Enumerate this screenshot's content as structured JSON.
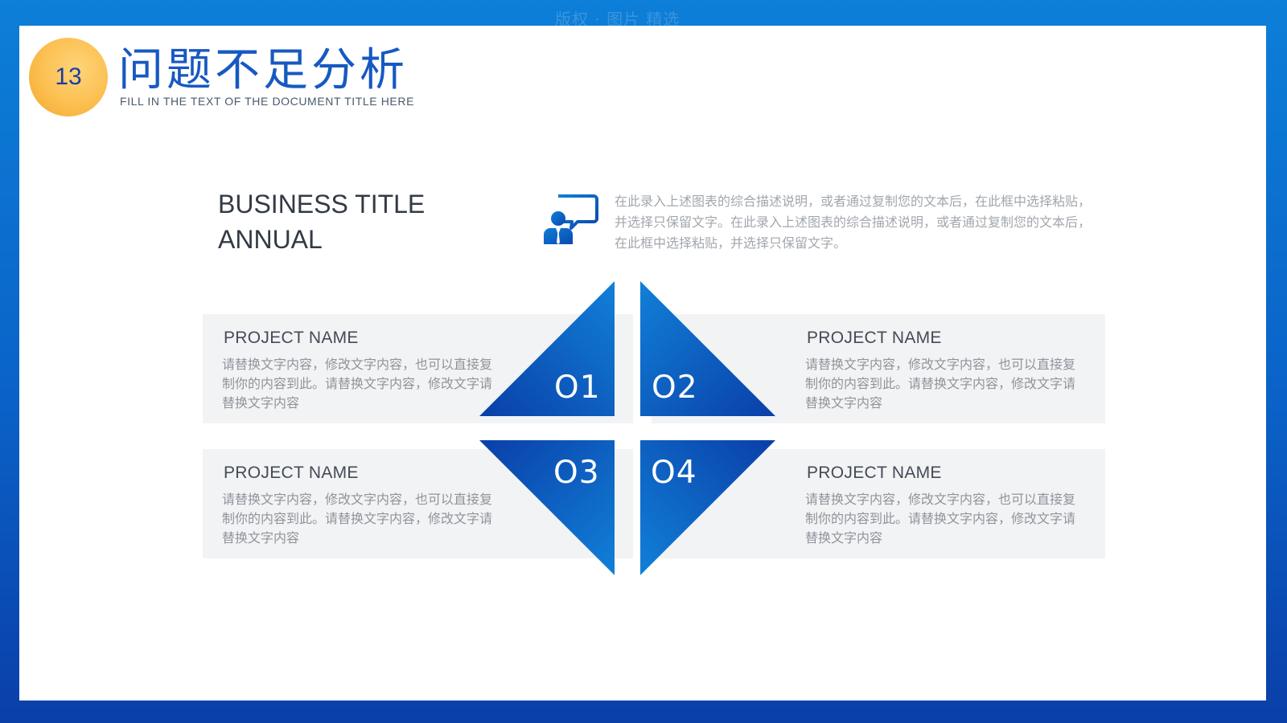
{
  "watermark": "版权 · 图片 精选",
  "header": {
    "page_number": "13",
    "title": "问题不足分析",
    "subtitle": "FILL IN THE TEXT OF THE DOCUMENT TITLE HERE"
  },
  "intro": {
    "business_title": "BUSINESS TITLE\nANNUAL",
    "description": "在此录入上述图表的综合描述说明，或者通过复制您的文本后，在此框中选择粘贴，并选择只保留文字。在此录入上述图表的综合描述说明，或者通过复制您的文本后，在此框中选择粘贴，并选择只保留文字。",
    "icon": "presenter-speech-icon"
  },
  "projects": [
    {
      "number": "O1",
      "name": "PROJECT NAME",
      "text": "请替换文字内容，修改文字内容，也可以直接复制你的内容到此。请替换文字内容，修改文字请替换文字内容"
    },
    {
      "number": "O2",
      "name": "PROJECT NAME",
      "text": "请替换文字内容，修改文字内容，也可以直接复制你的内容到此。请替换文字内容，修改文字请替换文字内容"
    },
    {
      "number": "O3",
      "name": "PROJECT NAME",
      "text": "请替换文字内容，修改文字内容，也可以直接复制你的内容到此。请替换文字内容，修改文字请替换文字内容"
    },
    {
      "number": "O4",
      "name": "PROJECT NAME",
      "text": "请替换文字内容，修改文字内容，也可以直接复制你的内容到此。请替换文字内容，修改文字请替换文字内容"
    }
  ],
  "colors": {
    "primary_blue": "#0b4fb4",
    "accent_orange": "#fbbf4f",
    "card_background": "#f2f3f5"
  }
}
